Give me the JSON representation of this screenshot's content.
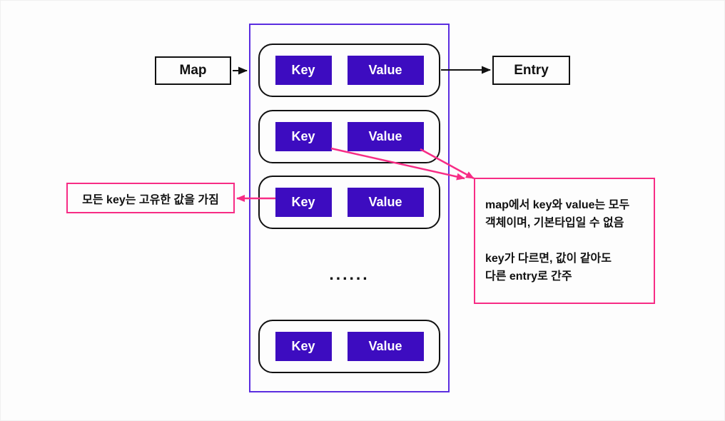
{
  "nodes": {
    "map_label": "Map",
    "entry_label": "Entry"
  },
  "rows": [
    {
      "key": "Key",
      "value": "Value"
    },
    {
      "key": "Key",
      "value": "Value"
    },
    {
      "key": "Key",
      "value": "Value"
    },
    {
      "key": "Key",
      "value": "Value"
    }
  ],
  "ellipsis": "......",
  "notes": {
    "left": "모든 key는 고유한 값을 가짐",
    "right": {
      "line1": "map에서 key와 value는 모두",
      "line2": "객체이며, 기본타입일 수 없음",
      "line3": "key가 다르면, 값이 같아도",
      "line4": "다른 entry로 간주"
    }
  },
  "colors": {
    "key_value_fill": "#3d0cc0",
    "container_border": "#5b2de0",
    "note_pink": "#f72c85",
    "line_black": "#111111"
  }
}
